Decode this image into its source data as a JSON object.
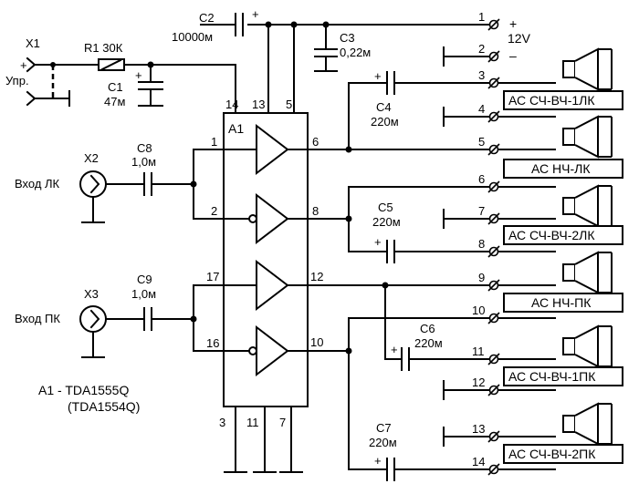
{
  "components": {
    "x1": "X1",
    "x2": "X2",
    "x3": "X3",
    "r1": "R1 30К",
    "c1_ref": "C1",
    "c1_val": "47м",
    "c2_ref": "C2",
    "c2_val": "10000м",
    "c3_ref": "C3",
    "c3_val": "0,22м",
    "c4_ref": "C4",
    "c4_val": "220м",
    "c5_ref": "C5",
    "c5_val": "220м",
    "c6_ref": "C6",
    "c6_val": "220м",
    "c7_ref": "C7",
    "c7_val": "220м",
    "c8_ref": "C8",
    "c8_val": "1,0м",
    "c9_ref": "C9",
    "c9_val": "1,0м",
    "a1": "A1"
  },
  "labels": {
    "upr": "Упр.",
    "input_left": "Вход ЛК",
    "input_right": "Вход ПК",
    "supply": "12V",
    "plus": "+",
    "minus": "–",
    "chip_line1": "A1 - TDA1555Q",
    "chip_line2": "(TDA1554Q)"
  },
  "ic_pins": [
    "14",
    "13",
    "5",
    "1",
    "6",
    "2",
    "8",
    "17",
    "12",
    "16",
    "10",
    "3",
    "11",
    "7"
  ],
  "terminals": [
    "1",
    "2",
    "3",
    "4",
    "5",
    "6",
    "7",
    "8",
    "9",
    "10",
    "11",
    "12",
    "13",
    "14"
  ],
  "speakers": [
    "АС СЧ-ВЧ-1ЛК",
    "АС НЧ-ЛК",
    "АС СЧ-ВЧ-2ЛК",
    "АС НЧ-ПК",
    "АС СЧ-ВЧ-1ПК",
    "АС СЧ-ВЧ-2ПК"
  ],
  "colors": {
    "ink": "#000000",
    "background": "#ffffff"
  }
}
